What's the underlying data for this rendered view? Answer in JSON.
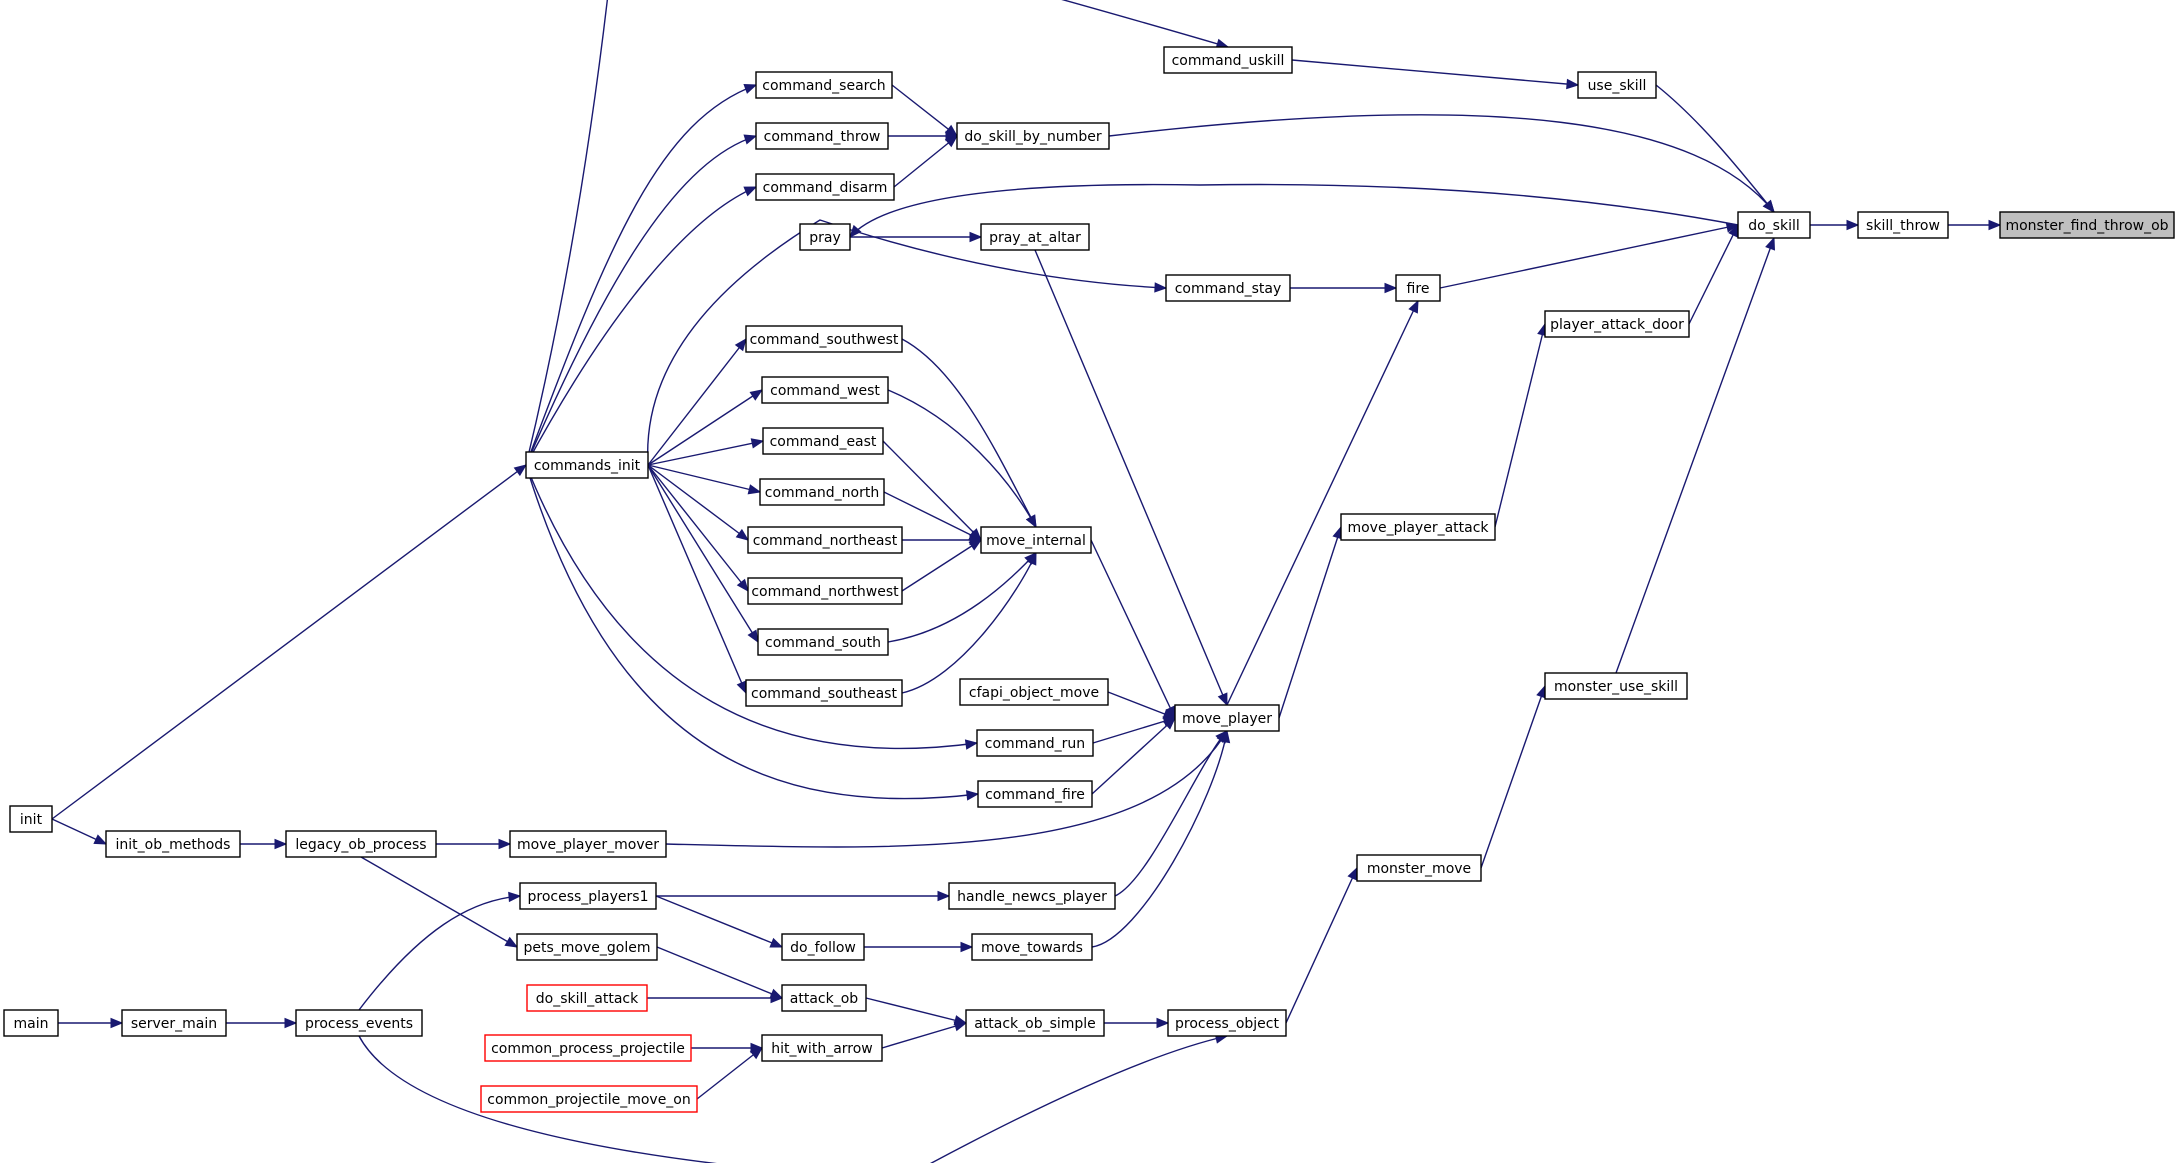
{
  "graph": {
    "focus_node": "monster_find_throw_ob",
    "colors": {
      "edge": "#191970",
      "node_border": "#000000",
      "truncated_border": "#ff0000",
      "focus_fill": "#bfbfbf"
    },
    "nodes": [
      {
        "id": "monster_find_throw_ob",
        "label": "monster_find_throw_ob",
        "focus": true
      },
      {
        "id": "skill_throw",
        "label": "skill_throw"
      },
      {
        "id": "do_skill",
        "label": "do_skill"
      },
      {
        "id": "use_skill",
        "label": "use_skill"
      },
      {
        "id": "command_uskill",
        "label": "command_uskill"
      },
      {
        "id": "do_skill_by_number",
        "label": "do_skill_by_number"
      },
      {
        "id": "command_search",
        "label": "command_search"
      },
      {
        "id": "command_throw",
        "label": "command_throw"
      },
      {
        "id": "command_disarm",
        "label": "command_disarm"
      },
      {
        "id": "pray",
        "label": "pray"
      },
      {
        "id": "pray_at_altar",
        "label": "pray_at_altar"
      },
      {
        "id": "command_stay",
        "label": "command_stay"
      },
      {
        "id": "fire",
        "label": "fire"
      },
      {
        "id": "player_attack_door",
        "label": "player_attack_door"
      },
      {
        "id": "command_southwest",
        "label": "command_southwest"
      },
      {
        "id": "command_west",
        "label": "command_west"
      },
      {
        "id": "command_east",
        "label": "command_east"
      },
      {
        "id": "commands_init",
        "label": "commands_init"
      },
      {
        "id": "command_north",
        "label": "command_north"
      },
      {
        "id": "command_northeast",
        "label": "command_northeast"
      },
      {
        "id": "move_internal",
        "label": "move_internal"
      },
      {
        "id": "move_player_attack",
        "label": "move_player_attack"
      },
      {
        "id": "command_northwest",
        "label": "command_northwest"
      },
      {
        "id": "command_south",
        "label": "command_south"
      },
      {
        "id": "command_southeast",
        "label": "command_southeast"
      },
      {
        "id": "monster_use_skill",
        "label": "monster_use_skill"
      },
      {
        "id": "cfapi_object_move",
        "label": "cfapi_object_move"
      },
      {
        "id": "move_player",
        "label": "move_player"
      },
      {
        "id": "command_run",
        "label": "command_run"
      },
      {
        "id": "command_fire",
        "label": "command_fire"
      },
      {
        "id": "init",
        "label": "init"
      },
      {
        "id": "init_ob_methods",
        "label": "init_ob_methods"
      },
      {
        "id": "legacy_ob_process",
        "label": "legacy_ob_process"
      },
      {
        "id": "move_player_mover",
        "label": "move_player_mover"
      },
      {
        "id": "monster_move",
        "label": "monster_move"
      },
      {
        "id": "process_players1",
        "label": "process_players1"
      },
      {
        "id": "handle_newcs_player",
        "label": "handle_newcs_player"
      },
      {
        "id": "pets_move_golem",
        "label": "pets_move_golem"
      },
      {
        "id": "do_follow",
        "label": "do_follow"
      },
      {
        "id": "move_towards",
        "label": "move_towards"
      },
      {
        "id": "do_skill_attack",
        "label": "do_skill_attack",
        "truncated": true
      },
      {
        "id": "attack_ob",
        "label": "attack_ob"
      },
      {
        "id": "main",
        "label": "main"
      },
      {
        "id": "server_main",
        "label": "server_main"
      },
      {
        "id": "process_events",
        "label": "process_events"
      },
      {
        "id": "attack_ob_simple",
        "label": "attack_ob_simple"
      },
      {
        "id": "process_object",
        "label": "process_object"
      },
      {
        "id": "common_process_projectile",
        "label": "common_process_projectile",
        "truncated": true
      },
      {
        "id": "hit_with_arrow",
        "label": "hit_with_arrow"
      },
      {
        "id": "common_projectile_move_on",
        "label": "common_projectile_move_on",
        "truncated": true
      }
    ],
    "edges": [
      {
        "from": "skill_throw",
        "to": "monster_find_throw_ob"
      },
      {
        "from": "do_skill",
        "to": "skill_throw"
      },
      {
        "from": "use_skill",
        "to": "do_skill"
      },
      {
        "from": "do_skill_by_number",
        "to": "do_skill"
      },
      {
        "from": "do_skill",
        "to": "pray"
      },
      {
        "from": "fire",
        "to": "do_skill"
      },
      {
        "from": "player_attack_door",
        "to": "do_skill"
      },
      {
        "from": "monster_use_skill",
        "to": "do_skill"
      },
      {
        "from": "command_uskill",
        "to": "use_skill"
      },
      {
        "from": "commands_init",
        "to": "command_uskill"
      },
      {
        "from": "command_search",
        "to": "do_skill_by_number"
      },
      {
        "from": "command_throw",
        "to": "do_skill_by_number"
      },
      {
        "from": "command_disarm",
        "to": "do_skill_by_number"
      },
      {
        "from": "commands_init",
        "to": "command_search"
      },
      {
        "from": "commands_init",
        "to": "command_throw"
      },
      {
        "from": "commands_init",
        "to": "command_disarm"
      },
      {
        "from": "pray",
        "to": "pray_at_altar"
      },
      {
        "from": "pray_at_altar",
        "to": "move_player"
      },
      {
        "from": "command_stay",
        "to": "fire"
      },
      {
        "from": "commands_init",
        "to": "command_stay"
      },
      {
        "from": "move_player",
        "to": "fire"
      },
      {
        "from": "move_player_attack",
        "to": "player_attack_door"
      },
      {
        "from": "move_player",
        "to": "move_player_attack"
      },
      {
        "from": "commands_init",
        "to": "command_southwest"
      },
      {
        "from": "commands_init",
        "to": "command_west"
      },
      {
        "from": "commands_init",
        "to": "command_east"
      },
      {
        "from": "commands_init",
        "to": "command_north"
      },
      {
        "from": "commands_init",
        "to": "command_northeast"
      },
      {
        "from": "commands_init",
        "to": "command_northwest"
      },
      {
        "from": "commands_init",
        "to": "command_south"
      },
      {
        "from": "commands_init",
        "to": "command_southeast"
      },
      {
        "from": "commands_init",
        "to": "command_run"
      },
      {
        "from": "commands_init",
        "to": "command_fire"
      },
      {
        "from": "command_southwest",
        "to": "move_internal"
      },
      {
        "from": "command_west",
        "to": "move_internal"
      },
      {
        "from": "command_east",
        "to": "move_internal"
      },
      {
        "from": "command_north",
        "to": "move_internal"
      },
      {
        "from": "command_northeast",
        "to": "move_internal"
      },
      {
        "from": "command_northwest",
        "to": "move_internal"
      },
      {
        "from": "command_south",
        "to": "move_internal"
      },
      {
        "from": "command_southeast",
        "to": "move_internal"
      },
      {
        "from": "move_internal",
        "to": "move_player"
      },
      {
        "from": "cfapi_object_move",
        "to": "move_player"
      },
      {
        "from": "command_run",
        "to": "move_player"
      },
      {
        "from": "command_fire",
        "to": "move_player"
      },
      {
        "from": "move_player_mover",
        "to": "move_player"
      },
      {
        "from": "handle_newcs_player",
        "to": "move_player"
      },
      {
        "from": "move_towards",
        "to": "move_player"
      },
      {
        "from": "monster_move",
        "to": "monster_use_skill"
      },
      {
        "from": "process_object",
        "to": "monster_move"
      },
      {
        "from": "init",
        "to": "commands_init"
      },
      {
        "from": "init",
        "to": "init_ob_methods"
      },
      {
        "from": "init_ob_methods",
        "to": "legacy_ob_process"
      },
      {
        "from": "legacy_ob_process",
        "to": "move_player_mover"
      },
      {
        "from": "legacy_ob_process",
        "to": "pets_move_golem"
      },
      {
        "from": "process_players1",
        "to": "handle_newcs_player"
      },
      {
        "from": "process_players1",
        "to": "do_follow"
      },
      {
        "from": "do_follow",
        "to": "move_towards"
      },
      {
        "from": "pets_move_golem",
        "to": "attack_ob"
      },
      {
        "from": "do_skill_attack",
        "to": "attack_ob"
      },
      {
        "from": "attack_ob",
        "to": "attack_ob_simple"
      },
      {
        "from": "hit_with_arrow",
        "to": "attack_ob_simple"
      },
      {
        "from": "attack_ob_simple",
        "to": "process_object"
      },
      {
        "from": "common_process_projectile",
        "to": "hit_with_arrow"
      },
      {
        "from": "common_projectile_move_on",
        "to": "hit_with_arrow"
      },
      {
        "from": "main",
        "to": "server_main"
      },
      {
        "from": "server_main",
        "to": "process_events"
      },
      {
        "from": "process_events",
        "to": "process_players1"
      },
      {
        "from": "process_events",
        "to": "process_object"
      }
    ]
  }
}
